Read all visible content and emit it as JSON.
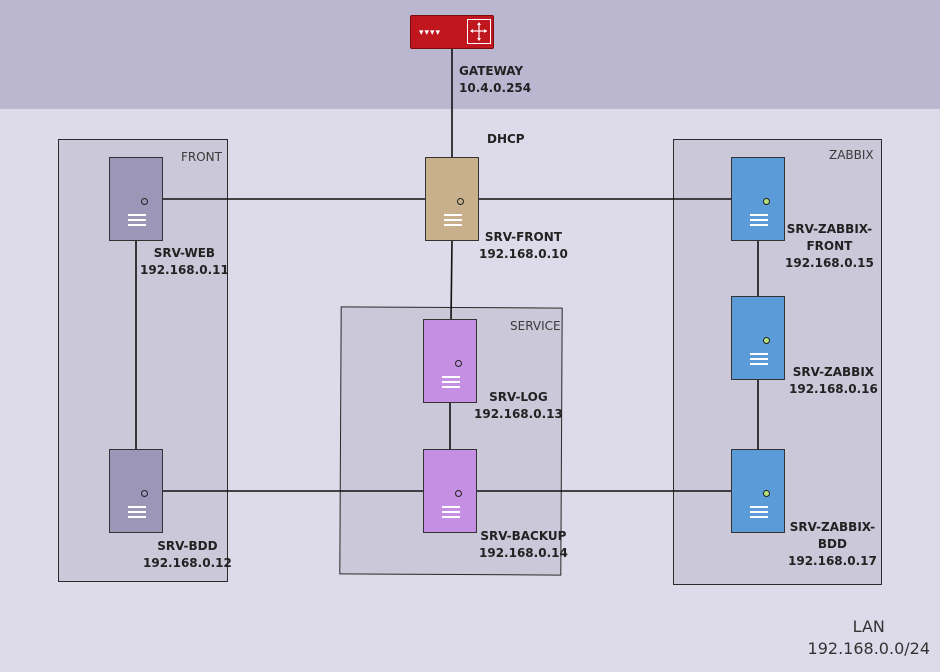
{
  "gateway": {
    "name": "GATEWAY",
    "ip": "10.4.0.254"
  },
  "zones": {
    "front": "FRONT",
    "service": "SERVICE",
    "zabbix": "ZABBIX"
  },
  "dhcp_label": "DHCP",
  "servers": {
    "web": {
      "name": "SRV-WEB",
      "ip": "192.168.0.11"
    },
    "bdd": {
      "name": "SRV-BDD",
      "ip": "192.168.0.12"
    },
    "front": {
      "name": "SRV-FRONT",
      "ip": "192.168.0.10"
    },
    "log": {
      "name": "SRV-LOG",
      "ip": "192.168.0.13"
    },
    "backup": {
      "name": "SRV-BACKUP",
      "ip": "192.168.0.14"
    },
    "zbx_front": {
      "name1": "SRV-ZABBIX-",
      "name2": "FRONT",
      "ip": "192.168.0.15"
    },
    "zbx": {
      "name": "SRV-ZABBIX",
      "ip": "192.168.0.16"
    },
    "zbx_bdd": {
      "name1": "SRV-ZABBIX-",
      "name2": "BDD",
      "ip": "192.168.0.17"
    }
  },
  "lan": {
    "label": "LAN",
    "subnet": "192.168.0.0/24"
  },
  "colors": {
    "front_zone_server": "#9c96b8",
    "dhcp_server": "#c9b08c",
    "service_server": "#c58fe3",
    "zabbix_server": "#5a9bd8",
    "gateway": "#c0161d"
  }
}
